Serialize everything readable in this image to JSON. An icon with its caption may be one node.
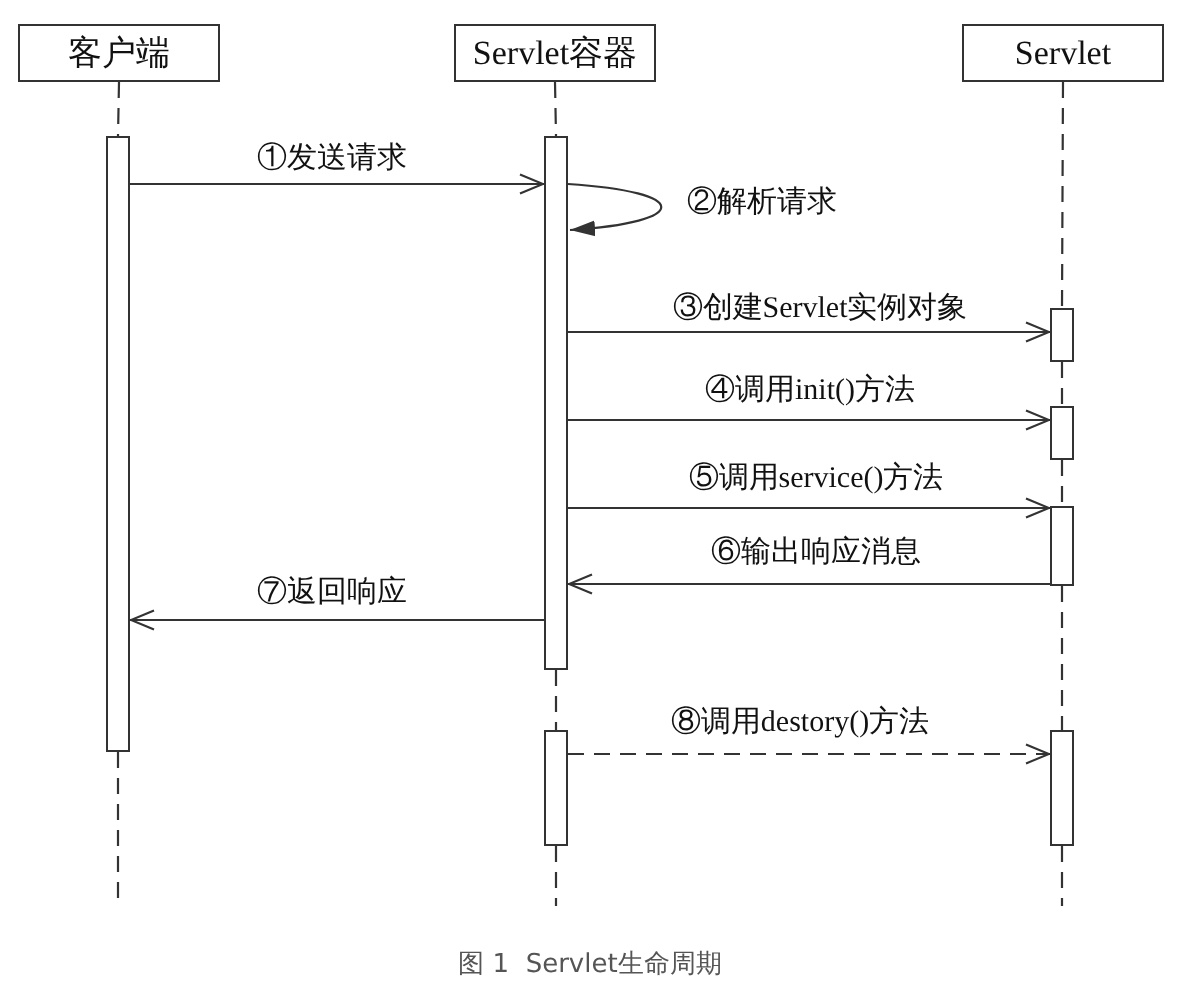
{
  "diagram": {
    "caption": "图 1  Servlet生命周期",
    "nodes": [
      {
        "text": [
          "客户端"
        ]
      },
      {
        "text": [
          "Servlet容器"
        ]
      },
      {
        "text": [
          "Servlet"
        ]
      },
      {
        "text": [],
        "shape": "bar"
      },
      {
        "text": [],
        "shape": "bar"
      },
      {
        "text": [],
        "shape": "bar"
      },
      {
        "text": [],
        "shape": "bar"
      },
      {
        "text": [],
        "shape": "bar"
      },
      {
        "text": [],
        "shape": "bar"
      },
      {
        "text": [],
        "shape": "bar"
      }
    ],
    "edges": [
      {
        "from": 3,
        "to": 4,
        "label": "①发送请求",
        "arrow": "to"
      },
      {
        "from": 4,
        "to": 4,
        "label": "②解析请求",
        "arrow": "to"
      },
      {
        "from": 4,
        "to": 6,
        "label": "③创建Servlet实例对象",
        "arrow": "to"
      },
      {
        "from": 4,
        "to": 7,
        "label": "④调用init()方法",
        "arrow": "to"
      },
      {
        "from": 4,
        "to": 8,
        "label": "⑤调用service()方法",
        "arrow": "to"
      },
      {
        "from": 8,
        "to": 4,
        "label": "⑥输出响应消息",
        "arrow": "to"
      },
      {
        "from": 4,
        "to": 3,
        "label": "⑦返回响应",
        "arrow": "to"
      },
      {
        "from": 5,
        "to": 9,
        "label": "⑧调用destory()方法",
        "arrow": "to",
        "style": "dashed"
      },
      {
        "from": 0,
        "to": 3,
        "arrow": "none",
        "style": "dashed"
      },
      {
        "from": 3,
        "to": null,
        "arrow": "none",
        "style": "dashed"
      },
      {
        "from": 1,
        "to": 4,
        "arrow": "none",
        "style": "dashed"
      },
      {
        "from": 4,
        "to": 5,
        "arrow": "none",
        "style": "dashed"
      },
      {
        "from": 5,
        "to": null,
        "arrow": "none",
        "style": "dashed"
      },
      {
        "from": 2,
        "to": 6,
        "arrow": "none",
        "style": "dashed"
      },
      {
        "from": 6,
        "to": 7,
        "arrow": "none",
        "style": "dashed"
      },
      {
        "from": 7,
        "to": 8,
        "arrow": "none",
        "style": "dashed"
      },
      {
        "from": 8,
        "to": 9,
        "arrow": "none",
        "style": "dashed"
      },
      {
        "from": 9,
        "to": null,
        "arrow": "none",
        "style": "dashed"
      }
    ]
  }
}
